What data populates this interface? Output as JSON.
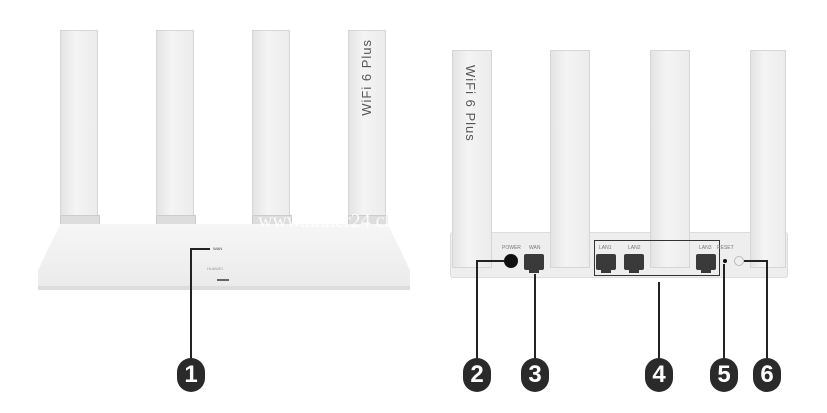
{
  "front": {
    "indicator_label": "WAN",
    "brand_label": "HUAWEI",
    "antenna_text": "WiFi 6 Plus"
  },
  "back": {
    "ports": {
      "power": "POWER",
      "wan": "WAN",
      "lan1": "LAN1",
      "lan2": "LAN2",
      "lan3": "LAN3",
      "reset": "RESET"
    },
    "antenna_text": "WiFi 6 Plus"
  },
  "callouts": [
    "1",
    "2",
    "3",
    "4",
    "5",
    "6"
  ],
  "watermark": "www.nnner24 chho my"
}
